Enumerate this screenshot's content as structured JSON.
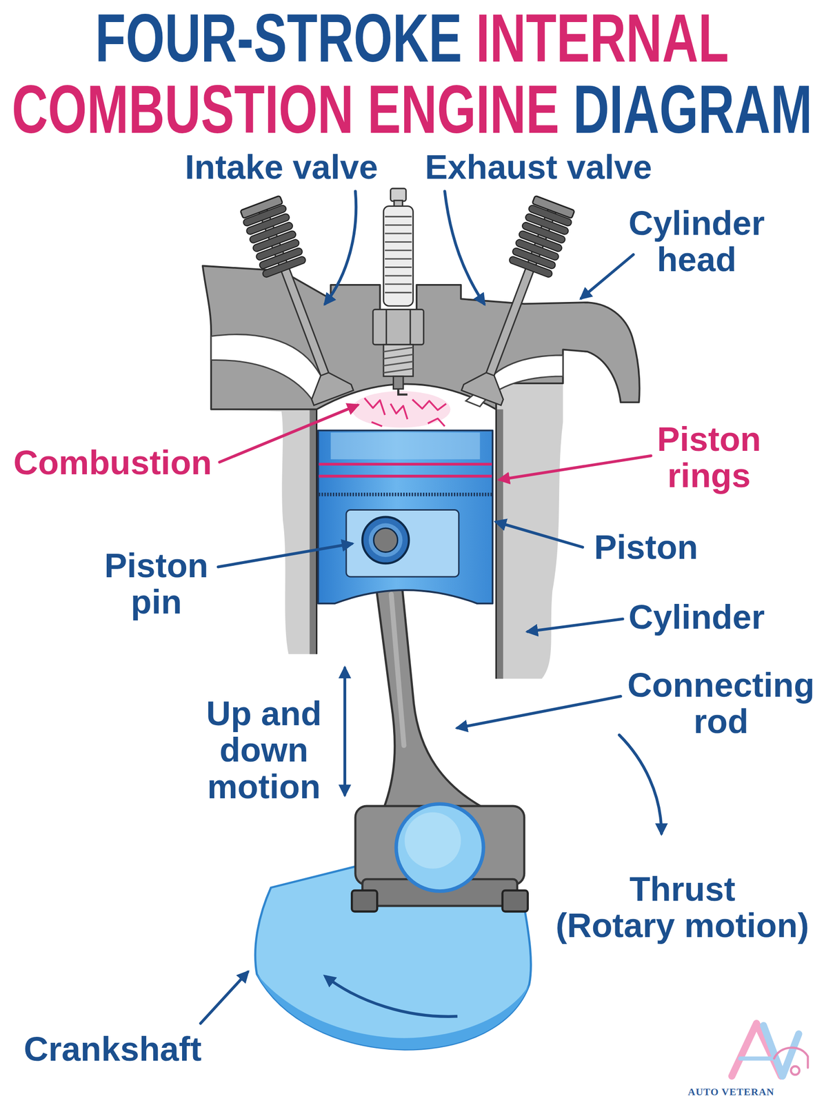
{
  "diagram": {
    "title": "FOUR-STROKE INTERNAL COMBUSTION ENGINE DIAGRAM",
    "labels": [
      "Intake valve",
      "Exhaust valve",
      "Cylinder head",
      "Combustion",
      "Piston rings",
      "Piston",
      "Piston pin",
      "Cylinder",
      "Connecting rod",
      "Up and down motion",
      "Thrust (Rotary motion)",
      "Crankshaft",
      "AUTO VETERAN"
    ]
  }
}
